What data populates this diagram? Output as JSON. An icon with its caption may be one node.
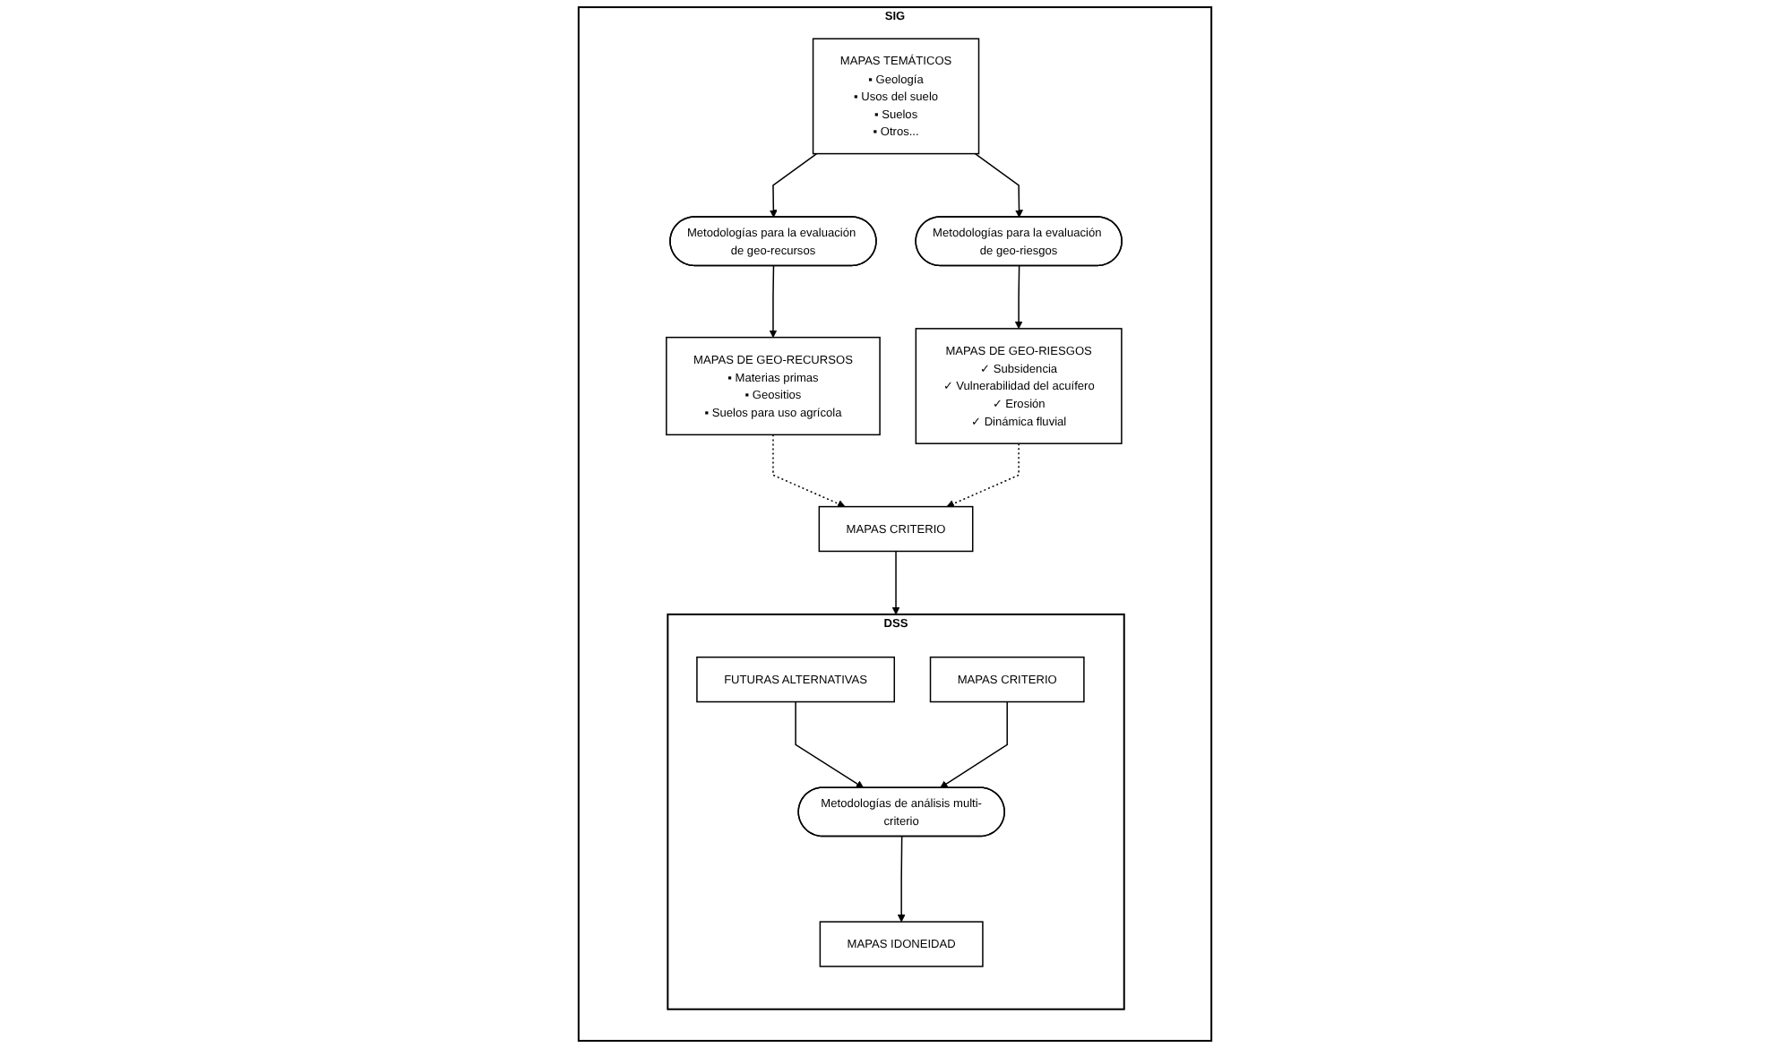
{
  "diagram": {
    "nodes": [
      {
        "text": [
          "SIG"
        ]
      },
      {
        "text": [
          "MAPAS TEMÁTICOS",
          "▪ Geología",
          "▪ Usos del suelo",
          "▪ Suelos",
          "▪ Otros..."
        ],
        "in": 0
      },
      {
        "text": [
          "Metodologías para la evaluación de geo-recursos"
        ],
        "in": 0
      },
      {
        "text": [
          "Metodologías para la evaluación de geo-riesgos"
        ],
        "in": 0
      },
      {
        "text": [
          "MAPAS DE GEO-RECURSOS",
          "▪ Materias primas",
          "▪ Geositios",
          "▪ Suelos para uso agrícola"
        ],
        "in": 0
      },
      {
        "text": [
          "MAPAS CRITERIO"
        ],
        "in": 0
      },
      {
        "text": [
          "MAPAS DE GEO-RIESGOS",
          "✓ Subsidencia",
          "✓ Vulnerabilidad del acuífero",
          "✓ Erosión",
          "✓ Dinámica fluvial"
        ],
        "in": 0
      },
      {
        "text": [
          "DSS"
        ],
        "in": 0
      },
      {
        "text": [
          "FUTURAS ALTERNATIVAS"
        ],
        "in": 7
      },
      {
        "text": [
          "MAPAS CRITERIO"
        ],
        "in": 7
      },
      {
        "text": [
          "Metodologías de análisis multi-criterio"
        ],
        "in": 7
      },
      {
        "text": [
          "MAPAS IDONEIDAD"
        ],
        "in": 7
      }
    ],
    "edges": [
      {
        "from": 1,
        "to": 2,
        "arrow": "to"
      },
      {
        "from": 1,
        "to": 3,
        "arrow": "to"
      },
      {
        "from": 2,
        "to": 4,
        "arrow": "to"
      },
      {
        "from": 3,
        "to": 6,
        "arrow": "to"
      },
      {
        "from": 4,
        "to": 5,
        "arrow": "to",
        "style": "dashed"
      },
      {
        "from": 6,
        "to": 5,
        "arrow": "to",
        "style": "dashed"
      },
      {
        "from": 5,
        "to": 7,
        "arrow": "to"
      },
      {
        "from": 8,
        "to": 10,
        "arrow": "to"
      },
      {
        "from": 9,
        "to": 10,
        "arrow": "to"
      },
      {
        "from": 10,
        "to": 11,
        "arrow": "to"
      }
    ]
  }
}
